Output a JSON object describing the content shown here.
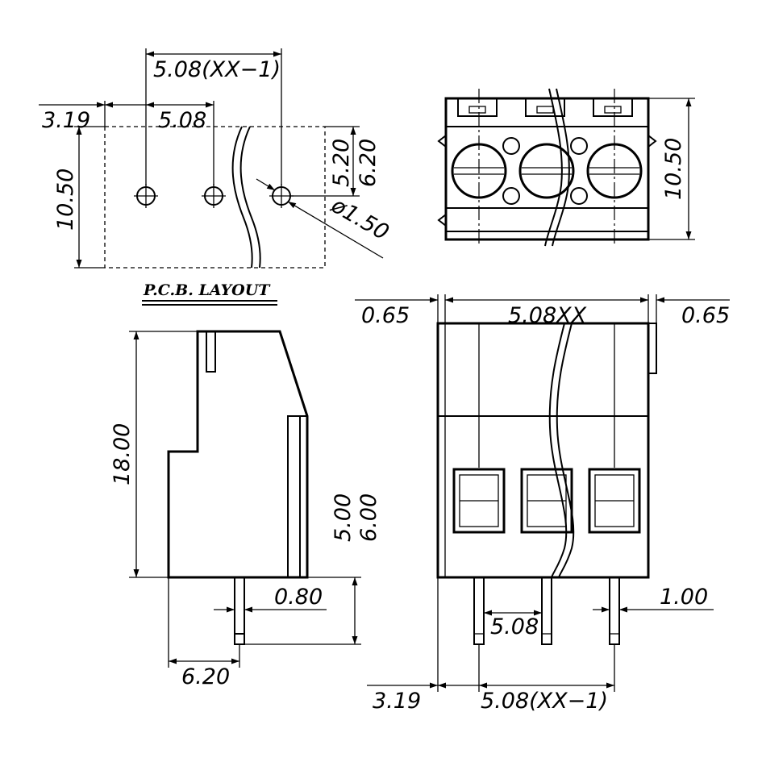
{
  "title": "P.C.B. LAYOUT",
  "dims": {
    "pitch_n1_top": "5.08(XX−1)",
    "offset_319_top": "3.19",
    "pitch_top": "5.08",
    "height_1050_pcb": "10.50",
    "dim_520": "5.20",
    "dim_620": "6.20",
    "hole_dia": "ø1.50",
    "height_1050_top": "10.50",
    "margin_left": "0.65",
    "width_total": "5.08XX",
    "margin_right": "0.65",
    "height_1800": "18.00",
    "pin_500": "5.00",
    "pin_600": "6.00",
    "pin_080": "0.80",
    "base_620": "6.20",
    "pin_100": "1.00",
    "pitch_bottom": "5.08",
    "offset_319_bottom": "3.19",
    "pitch_n1_bottom": "5.08(XX−1)"
  }
}
